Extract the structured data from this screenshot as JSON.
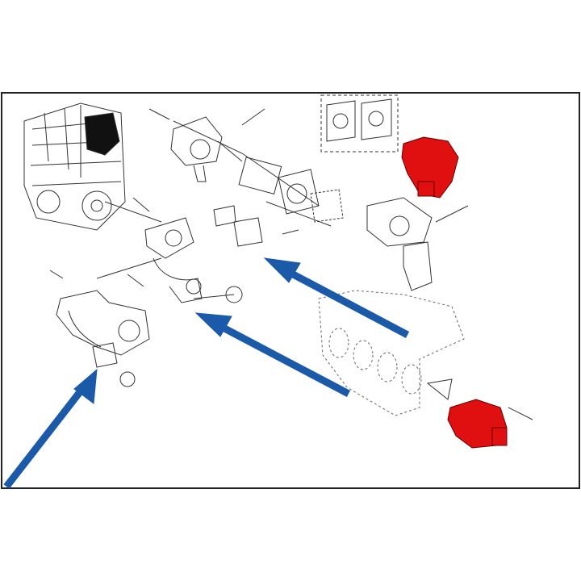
{
  "diagram": {
    "type": "exploded-parts-diagram",
    "colors": {
      "frame": "#222222",
      "line": "#333333",
      "highlight_part": "#e01010",
      "arrow": "#1a5aa8",
      "engine_accent": "#111111"
    },
    "highlighted_parts": [
      "egr-valve-upper",
      "egr-valve-lower"
    ],
    "arrows": 3
  }
}
